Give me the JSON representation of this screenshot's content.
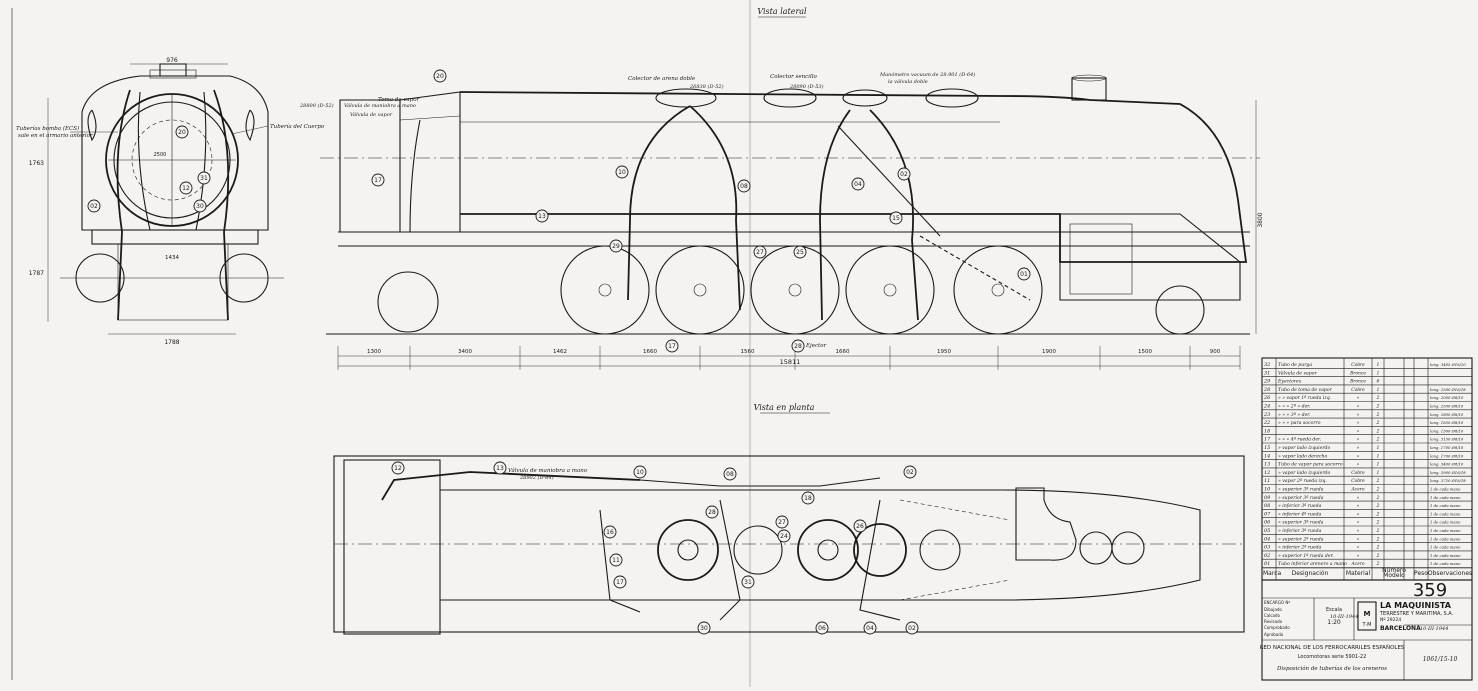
{
  "views": {
    "side_title": "Vista lateral",
    "plan_title": "Vista en planta"
  },
  "front_labels": {
    "left_note_1": "Tuberías bomba (ECS)",
    "left_note_2": "sale en el armario anterior",
    "right_note": "Tubería del Cuerpo"
  },
  "front_dims": {
    "top": "976",
    "height_1": "1763",
    "height_2": "1787",
    "width_bottom": "1788",
    "track": "1434",
    "radius": "2500"
  },
  "side_labels": {
    "toma_vapor": "Toma de vapor",
    "valvula_vapor": "Válvula de vapor",
    "codigo_1": "28800 (D-52)",
    "valvula_maniobra": "Válvula de maniobra a mano",
    "colector_arena": "Colector de arena doble",
    "colector_sencillo": "Colector sencillo",
    "manometro": "Manómetro vacuum de 28.901 (D-64)",
    "valvula_doble": "la válvula doble",
    "cod_26838": "26838 (D-52)",
    "cod_28090": "28090 (D-53)",
    "ejector": "Ejector"
  },
  "side_dims": [
    "1300",
    "3400",
    "1462",
    "1660",
    "1560",
    "1660",
    "1950",
    "1900",
    "1500",
    "900"
  ],
  "side_total": "15811",
  "plan_labels": {
    "valvula_mano": "Válvula de maniobra a mano",
    "codigo_plan": "28902 (D-64)"
  },
  "front_bubbles": [
    "20",
    "31",
    "12",
    "30",
    "02"
  ],
  "side_bubbles": [
    "20",
    "17",
    "13",
    "10",
    "08",
    "04",
    "02",
    "15",
    "29",
    "27",
    "25",
    "28",
    "01",
    "17"
  ],
  "plan_bubbles": [
    "12",
    "13",
    "10",
    "08",
    "02",
    "16",
    "11",
    "17",
    "28",
    "27",
    "31",
    "30",
    "06",
    "04",
    "02",
    "18",
    "24",
    "26"
  ],
  "parts_list": [
    {
      "n": "32",
      "d": "Tubo de purga",
      "m": "Cobre",
      "q": "1",
      "obs": "long. 3405 Ø16/20"
    },
    {
      "n": "31",
      "d": "Válvula de vapor",
      "m": "Bronce",
      "q": "1",
      "obs": ""
    },
    {
      "n": "29",
      "d": "Eyectores",
      "m": "Bronce",
      "q": "6",
      "obs": ""
    },
    {
      "n": "28",
      "d": "Tubo de toma de vapor",
      "m": "Cobre",
      "q": "1",
      "obs": "long. 2560 Ø16/18"
    },
    {
      "n": "26",
      "d": "» » vapor 1ª rueda izq.",
      "m": "»",
      "q": "2",
      "obs": "long. 2000 Ø8/10"
    },
    {
      "n": "24",
      "d": "» » » 2ª » der.",
      "m": "»",
      "q": "2",
      "obs": "long. 2500 Ø8/10"
    },
    {
      "n": "23",
      "d": "» » » 3ª » der.",
      "m": "»",
      "q": "2",
      "obs": "long. 2800 Ø8/10"
    },
    {
      "n": "22",
      "d": "» » » para socorro",
      "m": "»",
      "q": "2",
      "obs": "long. 1650 Ø8/10"
    },
    {
      "n": "18",
      "d": "",
      "m": "»",
      "q": "2",
      "obs": "long. 1300 Ø8/10"
    },
    {
      "n": "17",
      "d": "» » » 4ª rueda der.",
      "m": "»",
      "q": "2",
      "obs": "long. 3150 Ø8/10"
    },
    {
      "n": "15",
      "d": "» vapor lado izquierdo",
      "m": "»",
      "q": "1",
      "obs": "long. 1700 Ø8/10"
    },
    {
      "n": "14",
      "d": "» vapor lado derecho",
      "m": "»",
      "q": "1",
      "obs": "long. 1700 Ø8/10"
    },
    {
      "n": "13",
      "d": "Tubo de vapor para socorro",
      "m": "»",
      "q": "1",
      "obs": "long. 3400 Ø8/10"
    },
    {
      "n": "12",
      "d": "» vapor lado izquierdo",
      "m": "Cobre",
      "q": "1",
      "obs": "long. 3900 Ø16/18"
    },
    {
      "n": "11",
      "d": "» vapor 2ª rueda izq.",
      "m": "Cobre",
      "q": "2",
      "obs": "long. 3720 Ø16/18"
    },
    {
      "n": "10",
      "d": "» superior 3ª rueda",
      "m": "Acero",
      "q": "2",
      "obs": "1 de cada mano"
    },
    {
      "n": "09",
      "d": "» superior 3ª rueda",
      "m": "»",
      "q": "2",
      "obs": "1 de cada mano"
    },
    {
      "n": "08",
      "d": "» inferior 3ª rueda",
      "m": "»",
      "q": "2",
      "obs": "1 de cada mano"
    },
    {
      "n": "07",
      "d": "» inferior 4ª rueda",
      "m": "»",
      "q": "2",
      "obs": "1 de cada mano"
    },
    {
      "n": "06",
      "d": "» superior 3ª rueda",
      "m": "»",
      "q": "2",
      "obs": "1 de cada mano"
    },
    {
      "n": "05",
      "d": "» inferior 3ª rueda",
      "m": "»",
      "q": "2",
      "obs": "1 de cada mano"
    },
    {
      "n": "04",
      "d": "» superior 2ª rueda",
      "m": "»",
      "q": "2",
      "obs": "1 de cada mano"
    },
    {
      "n": "03",
      "d": "» inferior 2ª rueda",
      "m": "»",
      "q": "2",
      "obs": "1 de cada mano"
    },
    {
      "n": "02",
      "d": "» superior 1ª rueda der.",
      "m": "»",
      "q": "2",
      "obs": "1 de cada mano"
    },
    {
      "n": "01",
      "d": "Tubo inferior arenero a mano",
      "m": "Acero",
      "q": "2",
      "obs": "1 de cada mano"
    }
  ],
  "parts_header": {
    "marca": "Marca",
    "designacion": "Designación",
    "material": "Material",
    "numero": "Número",
    "modelo": "Modelo",
    "peso": "Peso",
    "observaciones": "Observaciones"
  },
  "title_block": {
    "drawing_number": "359",
    "company_1": "LA MAQUINISTA",
    "company_2": "TERRESTRE Y MARITIMA, S.A.",
    "company_3": "Nº 29224",
    "company_4": "BARCELONA",
    "date": "10-III-1944",
    "escala_label": "Escala",
    "escala": "1:20",
    "encargo": "ENCARGO Nº",
    "dibujado": "Dibujado",
    "calcado": "Calcado",
    "revisado": "Revisado",
    "comprobado": "Comprobado",
    "aprobado": "Aprobado",
    "client": "RED NACIONAL DE LOS FERROCARRILES ESPAÑOLES",
    "series": "Locomotoras serie 5901-22",
    "subject": "Disposición de tuberías de los areneros",
    "ref": "1061/15-10"
  }
}
